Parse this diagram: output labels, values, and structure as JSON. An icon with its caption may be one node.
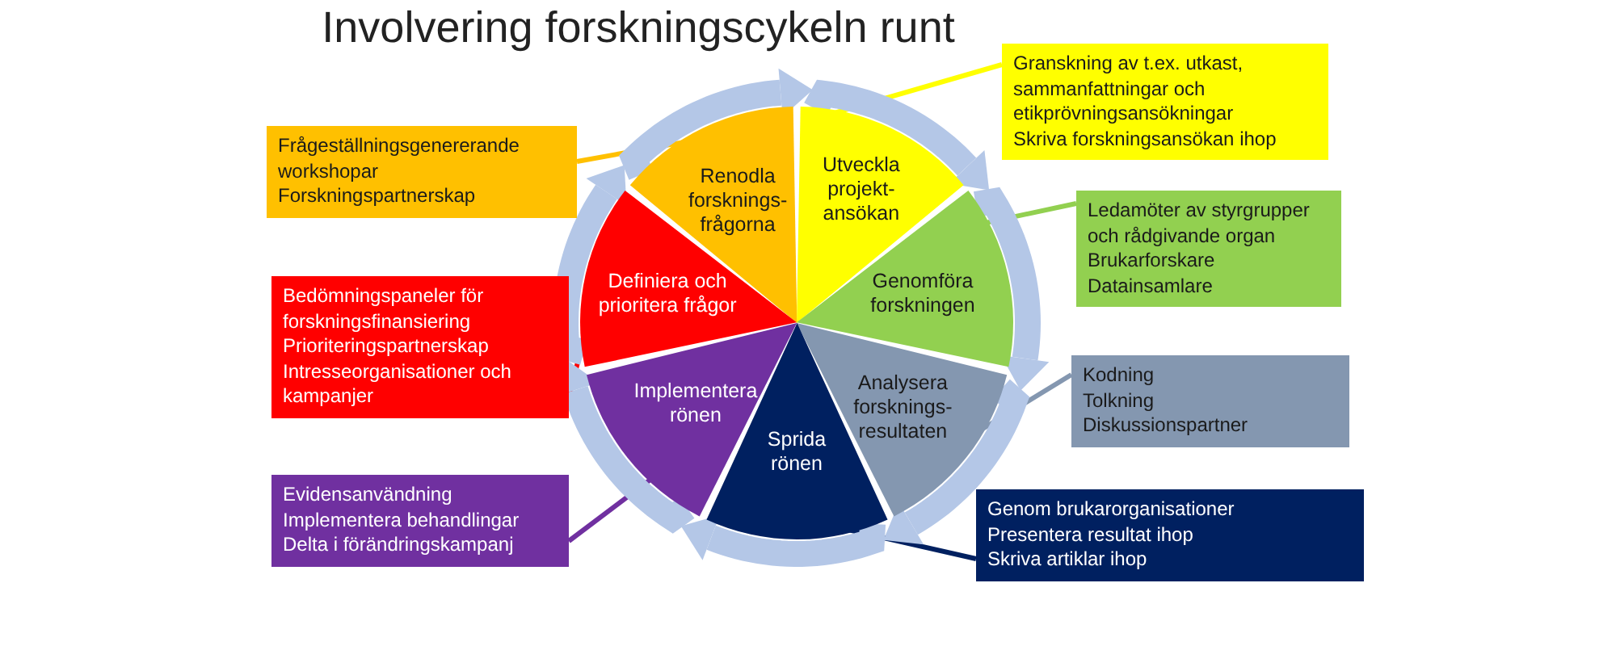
{
  "diagram": {
    "title": "Involvering forskningscykeln runt",
    "nodes": [
      {
        "text": [
          "Renodla forsknings-frågorna"
        ]
      },
      {
        "text": [
          "Utveckla projekt-ansökan"
        ]
      },
      {
        "text": [
          "Genomföra forskningen"
        ]
      },
      {
        "text": [
          "Analysera forsknings-resultaten"
        ]
      },
      {
        "text": [
          "Sprida rönen"
        ]
      },
      {
        "text": [
          "Implementera rönen"
        ]
      },
      {
        "text": [
          "Definiera och prioritera frågor"
        ]
      },
      {
        "text": [
          "Frågeställningsgenererande workshopar",
          "Forskningspartnerskap"
        ]
      },
      {
        "text": [
          "Granskning av t.ex. utkast, sammanfattningar och etikprövningsansökningar",
          "Skriva forskningsansökan ihop"
        ]
      },
      {
        "text": [
          "Ledamöter av styrgrupper och rådgivande organ",
          "Brukarforskare",
          "Datainsamlare"
        ]
      },
      {
        "text": [
          "Kodning",
          "Tolkning",
          "Diskussionspartner"
        ]
      },
      {
        "text": [
          "Genom brukarorganisationer",
          "Presentera resultat ihop",
          "Skriva artiklar ihop"
        ]
      },
      {
        "text": [
          "Evidensanvändning",
          "Implementera behandlingar",
          "Delta i förändringskampanj"
        ]
      },
      {
        "text": [
          "Bedömningspaneler för forskningsfinansiering",
          "Prioriteringspartnerskap",
          "Intresseorganisationer och kampanjer"
        ]
      }
    ],
    "edges": [
      {
        "from": 7,
        "to": 0,
        "arrow": "none",
        "color": "#ffc000"
      },
      {
        "from": 8,
        "to": 1,
        "arrow": "none",
        "color": "#ffff00"
      },
      {
        "from": 9,
        "to": 2,
        "arrow": "none",
        "color": "#92d050"
      },
      {
        "from": 10,
        "to": 3,
        "arrow": "none",
        "color": "#8497b0"
      },
      {
        "from": 11,
        "to": 4,
        "arrow": "none",
        "color": "#002060"
      },
      {
        "from": 12,
        "to": 5,
        "arrow": "none",
        "color": "#7030a0"
      },
      {
        "from": 13,
        "to": 6,
        "arrow": "none",
        "color": "#ff0000"
      },
      {
        "from": 0,
        "to": 1,
        "arrow": "to",
        "style": "thick"
      },
      {
        "from": 1,
        "to": 2,
        "arrow": "to",
        "style": "thick"
      },
      {
        "from": 2,
        "to": 3,
        "arrow": "to",
        "style": "thick"
      },
      {
        "from": 3,
        "to": 4,
        "arrow": "to",
        "style": "thick"
      },
      {
        "from": 4,
        "to": 5,
        "arrow": "to",
        "style": "thick"
      },
      {
        "from": 5,
        "to": 6,
        "arrow": "to",
        "style": "thick"
      },
      {
        "from": 6,
        "to": 0,
        "arrow": "to",
        "style": "thick"
      }
    ]
  }
}
